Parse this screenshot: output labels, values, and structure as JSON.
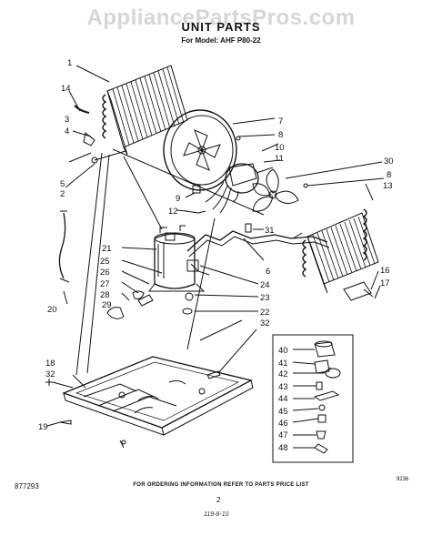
{
  "watermark": "AppliancePartsPros.com",
  "header": {
    "title": "UNIT PARTS",
    "model_line": "For Model: AHF P80-22"
  },
  "callouts": [
    "1",
    "14",
    "3",
    "4",
    "5",
    "2",
    "7",
    "8",
    "10",
    "11",
    "9",
    "12",
    "30",
    "8",
    "13",
    "31",
    "21",
    "25",
    "26",
    "27",
    "28",
    "29",
    "24",
    "23",
    "22",
    "6",
    "16",
    "17",
    "20",
    "32",
    "18",
    "32",
    "19",
    "40",
    "41",
    "42",
    "43",
    "44",
    "45",
    "46",
    "47",
    "48"
  ],
  "footer": {
    "left_code": "877293",
    "order_info": "FOR ORDERING INFORMATION REFER TO PARTS PRICE LIST",
    "right_code": "9236",
    "page_number": "2",
    "handwritten": "119-8-10"
  }
}
